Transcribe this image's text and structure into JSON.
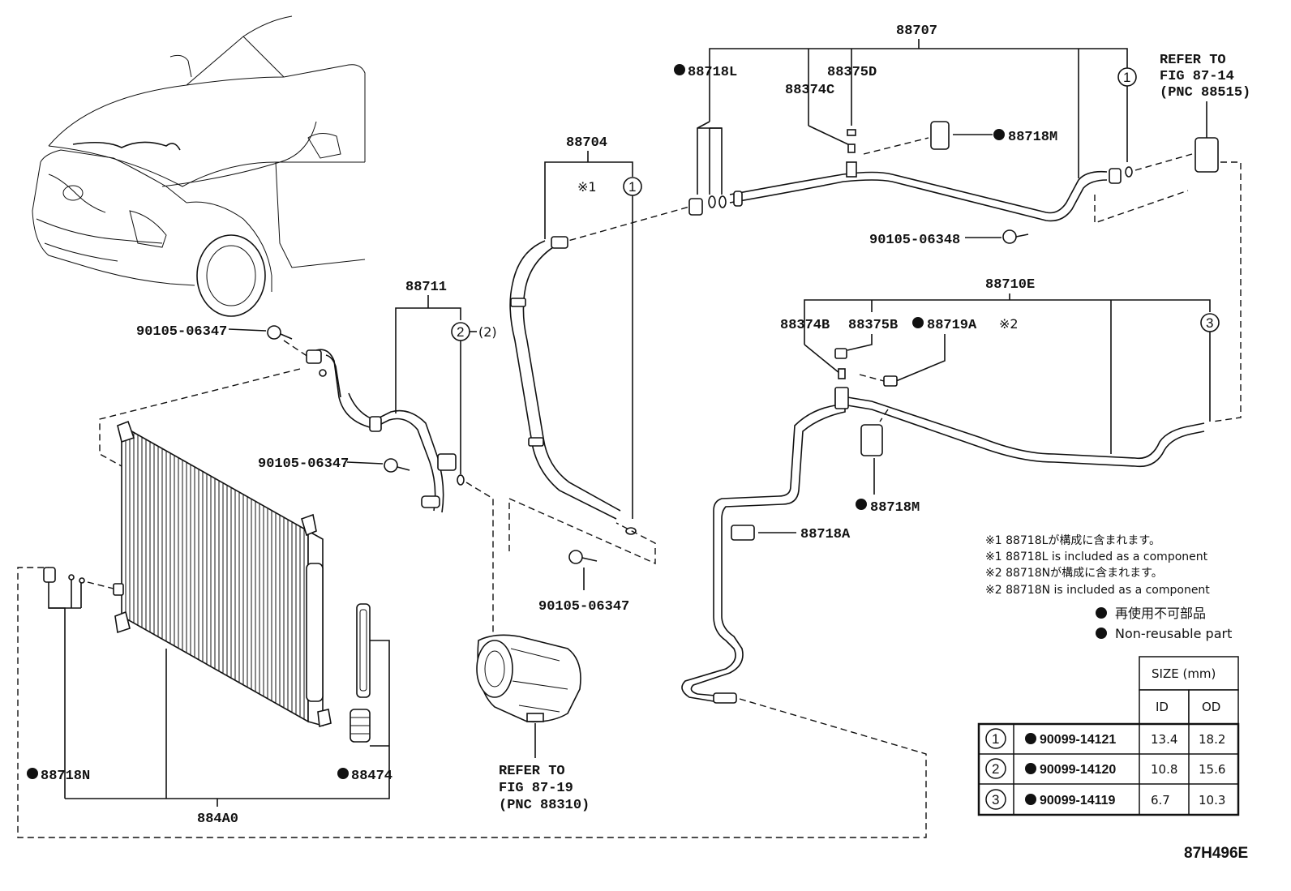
{
  "labels": {
    "p88707": "88707",
    "p88718L": "88718L",
    "p88375D": "88375D",
    "p88374C": "88374C",
    "p88718M_top": "88718M",
    "refer_top_1": "REFER TO",
    "refer_top_2": "FIG 87-14",
    "refer_top_3": "(PNC 88515)",
    "p88704": "88704",
    "mark1_88704": "※1",
    "bolt_06348": "90105-06348",
    "p88710E": "88710E",
    "p88374B": "88374B",
    "p88375B": "88375B",
    "p88719A": "88719A",
    "mark2_88710E": "※2",
    "p88711": "88711",
    "qty_2": "(2)",
    "bolt_06347_a": "90105-06347",
    "bolt_06347_b": "90105-06347",
    "bolt_06347_c": "90105-06347",
    "p88718M_mid": "88718M",
    "p88718A": "88718A",
    "p88718N": "88718N",
    "p88474": "88474",
    "p884A0": "884A0",
    "refer_bot_1": "REFER TO",
    "refer_bot_2": "FIG 87-19",
    "refer_bot_3": "(PNC 88310)",
    "figure_code": "87H496E",
    "c1a": "1",
    "c1b": "1",
    "c1c": "1",
    "c2a": "2",
    "c3a": "3"
  },
  "notes": [
    "※1 88718Lが構成に含まれます。",
    "※1 88718L  is included as a component",
    "※2 88718Nが構成に含まれます。",
    "※2 88718N is included as a component"
  ],
  "legend": {
    "jp": "再使用不可部品",
    "en": "Non-reusable part"
  },
  "size_table": {
    "header": "SIZE (mm)",
    "col_id": "ID",
    "col_od": "OD",
    "rows": [
      {
        "mark": "1",
        "part": "90099-14121",
        "id": "13.4",
        "od": "18.2"
      },
      {
        "mark": "2",
        "part": "90099-14120",
        "id": "10.8",
        "od": "15.6"
      },
      {
        "mark": "3",
        "part": "90099-14119",
        "id": "6.7",
        "od": "10.3"
      }
    ]
  }
}
